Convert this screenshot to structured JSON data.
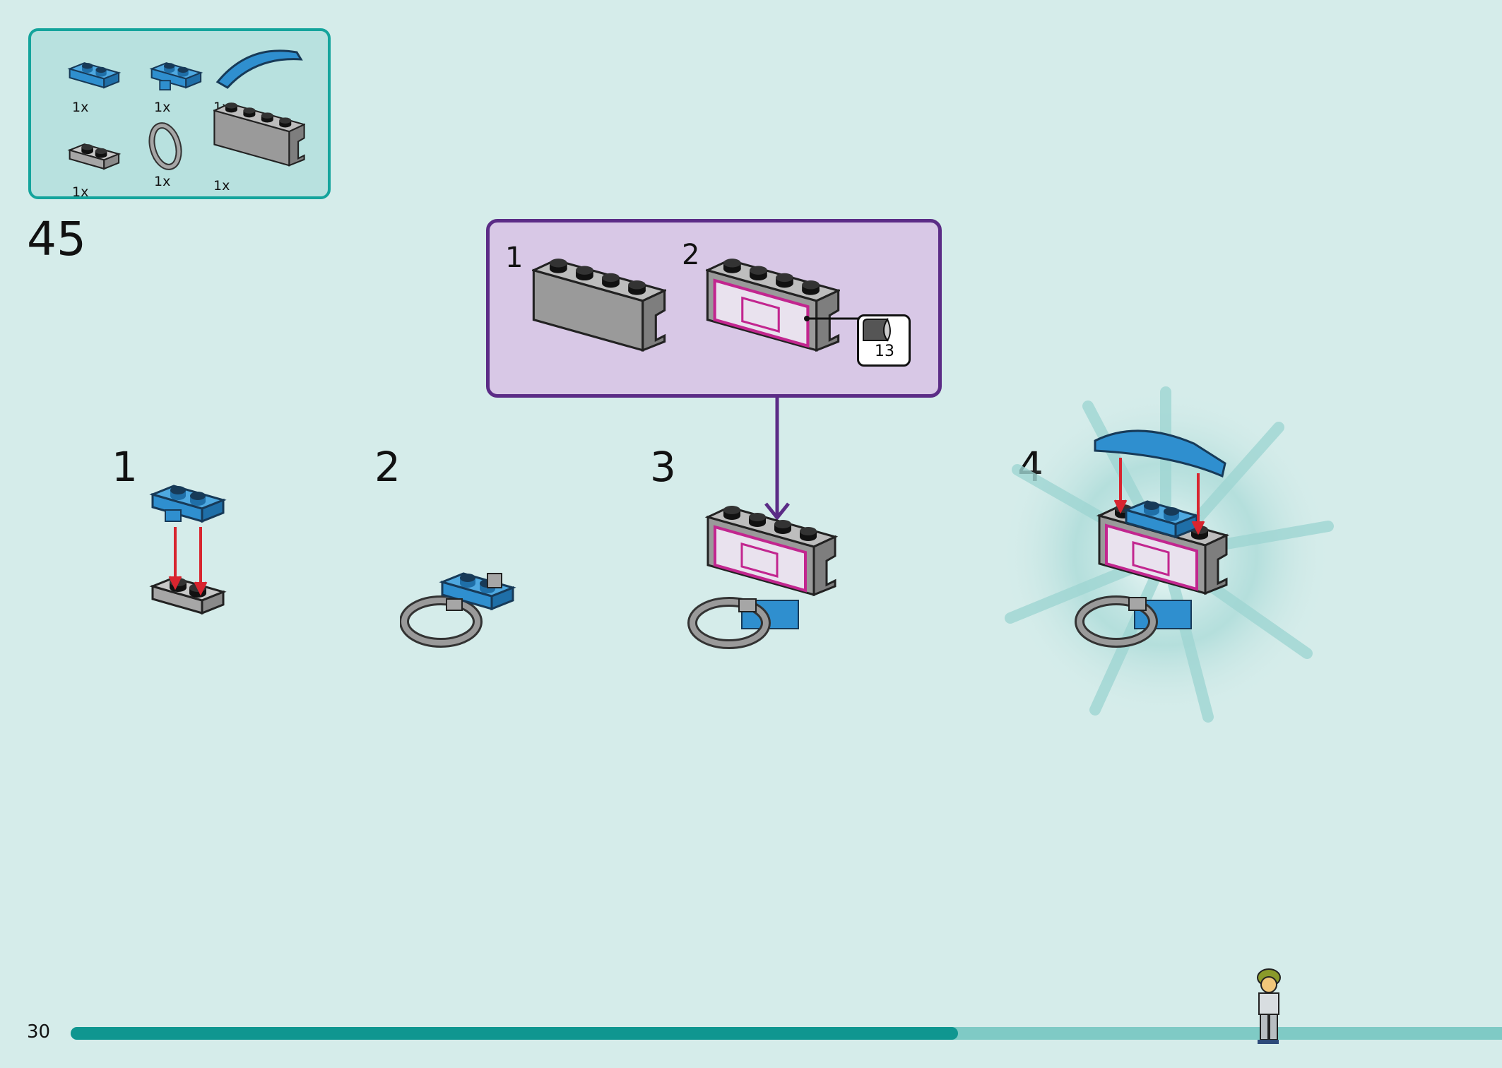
{
  "parts_list": {
    "items": [
      {
        "qty": "1x",
        "icon": "blue-plate-1x2-icon"
      },
      {
        "qty": "1x",
        "icon": "blue-plate-clip-icon"
      },
      {
        "qty": "1x",
        "icon": "blue-curved-slope-icon"
      },
      {
        "qty": "1x",
        "icon": "gray-plate-clip-icon"
      },
      {
        "qty": "1x",
        "icon": "ring-icon"
      },
      {
        "qty": "1x",
        "icon": "gray-panel-icon"
      }
    ]
  },
  "main_step": "45",
  "sub_assembly": {
    "steps": [
      "1",
      "2"
    ],
    "sticker": "13"
  },
  "steps": [
    "1",
    "2",
    "3",
    "4"
  ],
  "footer": {
    "page_number": "30",
    "progress": 0.62
  },
  "colors": {
    "background": "#d5ecea",
    "parts_border": "#14a49c",
    "sub_border": "#5b2c86",
    "brick_blue": "#2f8fcf",
    "brick_gray": "#a6a6a6",
    "arrow_red": "#d8252f",
    "decal_magenta": "#c2268f"
  }
}
